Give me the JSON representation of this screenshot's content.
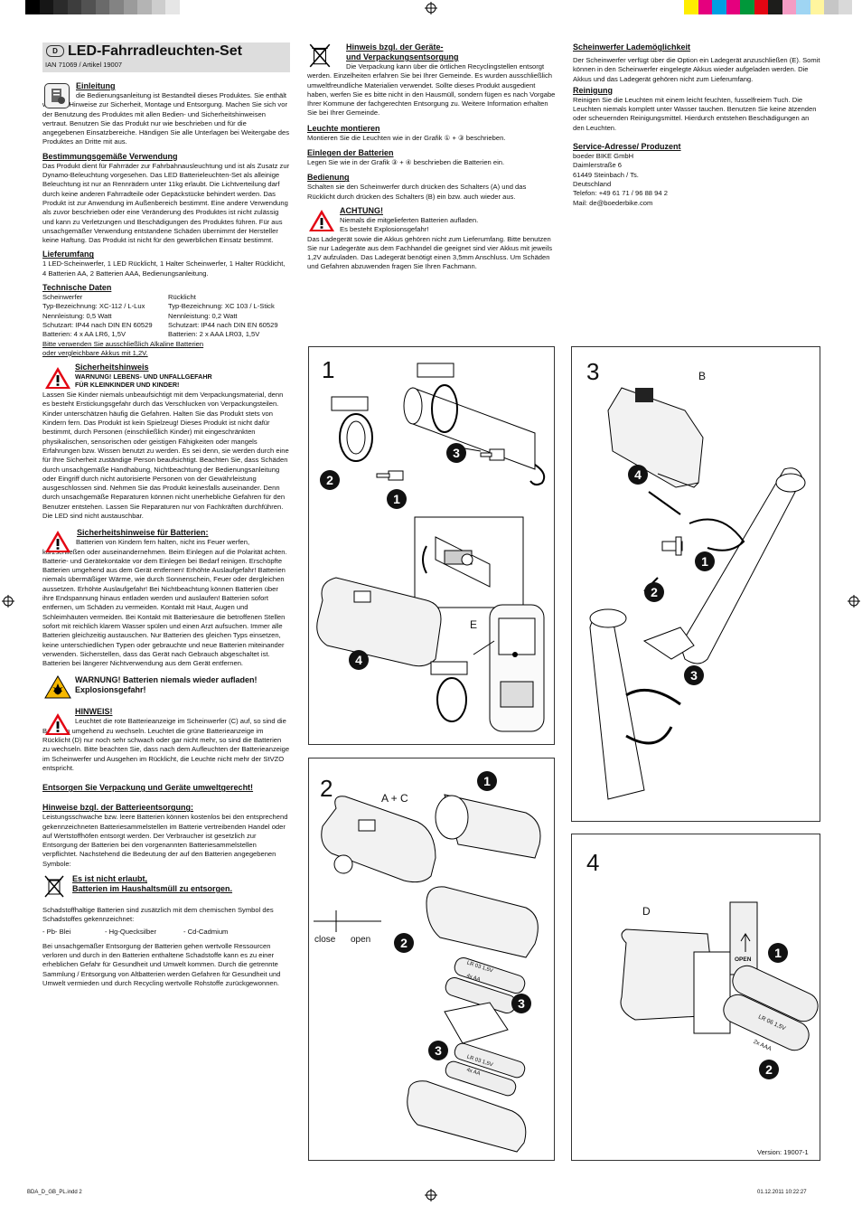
{
  "title": {
    "lang_badge": "D",
    "text": "LED-Fahrradleuchten-Set",
    "ian": "IAN 71069 / Artikel 19007"
  },
  "einleitung": {
    "heading": "Einleitung",
    "body": "die Bedienungsanleitung ist Bestandteil dieses Produktes. Sie enthält wichtige Hinweise zur Sicherheit, Montage und Entsorgung. Machen Sie sich vor der Benutzung des Produktes mit allen Bedien- und Sicherheitshinweisen vertraut. Benutzen Sie das Produkt nur wie beschrieben und für die angegebenen Einsatzbereiche. Händigen Sie alle Unterlagen bei Weitergabe des Produktes an Dritte mit aus."
  },
  "verwendung": {
    "heading": "Bestimmungsgemäße Verwendung",
    "body": "Das Produkt dient für Fahrräder zur Fahrbahnausleuchtung und ist als Zusatz zur Dynamo-Beleuchtung vorgesehen. Das LED Batterieleuchten-Set als alleinige Beleuchtung ist nur an Rennrädern unter 11kg erlaubt. Die Lichtverteilung darf durch keine anderen Fahrradteile oder Gepäckstücke behindert werden. Das Produkt ist zur Anwendung im Außenbereich bestimmt. Eine andere Verwendung als zuvor beschrieben oder eine Veränderung des Produktes ist nicht zulässig und kann zu Verletzungen und Beschädigungen des Produktes führen. Für aus unsachgemäßer Verwendung entstandene Schäden übernimmt der Hersteller keine Haftung. Das Produkt ist nicht für den gewerblichen Einsatz bestimmt."
  },
  "lieferumfang": {
    "heading": "Lieferumfang",
    "body": "1 LED-Scheinwerfer, 1 LED Rücklicht, 1 Halter Scheinwerfer, 1 Halter Rücklicht, 4 Batterien AA, 2 Batterien AAA, Bedienungsanleitung."
  },
  "technik": {
    "heading": "Technische Daten",
    "left": [
      "Scheinwerfer",
      "Typ-Bezeichnung: XC-112 / L-Lux",
      "Nennleistung: 0,5 Watt",
      "Schutzart: IP44 nach DIN EN 60529",
      "Batterien: 4 x AA LR6, 1,5V"
    ],
    "right": [
      "Rücklicht",
      "Typ-Bezeichnung: XC 103 / L-Stick",
      "Nennleistung: 0,2 Watt",
      "Schutzart: IP44 nach DIN EN 60529",
      "Batterien: 2 x AAA LR03, 1,5V"
    ],
    "note1": "Bitte verwenden Sie ausschließlich Alkaline Batterien",
    "note2": "oder vergleichbare Akkus mit 1,2V."
  },
  "sicherheit": {
    "heading": "Sicherheitshinweis",
    "warn1": "WARNUNG! LEBENS- UND UNFALLGEFAHR",
    "warn2": "FÜR KLEINKINDER UND KINDER!",
    "body": "Lassen Sie Kinder niemals unbeaufsichtigt mit dem Verpackungsmaterial, denn es besteht Erstickungsgefahr durch das Verschlucken von Verpackungsteilen. Kinder unterschätzen häufig die Gefahren. Halten Sie das Produkt stets von Kindern fern. Das Produkt ist kein Spielzeug! Dieses Produkt ist nicht dafür bestimmt, durch Personen (einschließlich Kinder) mit eingeschränkten physikalischen, sensorischen oder geistigen Fähigkeiten oder mangels Erfahrungen bzw. Wissen benutzt zu werden. Es sei denn, sie werden durch eine für Ihre Sicherheit zuständige Person beaufsichtigt. Beachten Sie, dass Schäden durch unsachgemäße Handhabung, Nichtbeachtung der Bedienungsanleitung oder Eingriff durch nicht autorisierte Personen von der Gewährleistung ausgeschlossen sind. Nehmen Sie das Produkt keinesfalls auseinander. Denn durch unsachgemäße Reparaturen können nicht unerhebliche Gefahren für den Benutzer entstehen. Lassen Sie Reparaturen nur von Fachkräften durchführen. Die LED sind nicht austauschbar."
  },
  "batteriehinweise": {
    "heading": "Sicherheitshinweise für Batterien:",
    "body": "Batterien von Kindern fern halten, nicht ins Feuer werfen, kurzschließen oder auseinandernehmen. Beim Einlegen auf die Polarität achten. Batterie- und Gerätekontakte vor dem Einlegen bei Bedarf reinigen. Erschöpfte Batterien umgehend aus dem Gerät entfernen! Erhöhte Auslaufgefahr! Batterien niemals übermäßiger Wärme, wie durch Sonnenschein, Feuer oder dergleichen aussetzen. Erhöhte Auslaufgefahr! Bei Nichtbeachtung können Batterien über ihre Endspannung hinaus entladen werden und auslaufen! Batterien sofort entfernen, um Schäden zu vermeiden. Kontakt mit Haut, Augen und Schleimhäuten vermeiden. Bei Kontakt mit Batteriesäure die betroffenen Stellen sofort mit reichlich klarem Wasser spülen und einen Arzt aufsuchen. Immer alle Batterien gleichzeitig austauschen. Nur Batterien des gleichen Typs einsetzen, keine unterschiedlichen Typen oder gebrauchte und neue Batterien miteinander verwenden. Sicherstellen, dass das Gerät nach Gebrauch abgeschaltet ist. Batterien bei längerer Nichtverwendung aus dem Gerät entfernen."
  },
  "aufladen": {
    "line1": "WARNUNG! Batterien niemals wieder aufladen!",
    "line2": "Explosionsgefahr!"
  },
  "hinweis": {
    "heading": "HINWEIS!",
    "body": "Leuchtet die rote Batterieanzeige im Scheinwerfer (C) auf, so sind die Batterien umgehend zu wechseln. Leuchtet die grüne Batterieanzeige im Rücklicht (D) nur noch sehr schwach oder gar nicht mehr, so sind die Batterien zu wechseln. Bitte beachten Sie, dass nach dem Aufleuchten der Batterieanzeige im Scheinwerfer und Ausgehen im Rücklicht, die Leuchte nicht mehr der StVZO entspricht."
  },
  "entsorgen": {
    "heading": "Entsorgen Sie Verpackung und Geräte umweltgerecht!"
  },
  "batterieentsorgung": {
    "heading": "Hinweise bzgl. der Batterieentsorgung:",
    "body": "Leistungsschwache bzw. leere Batterien können kostenlos bei den entsprechend gekennzeichneten Batteriesammelstellen im Batterie vertreibenden Handel oder auf Wertstoffhöfen entsorgt werden. Der Verbraucher ist gesetzlich zur Entsorgung der Batterien bei den vorgenannten Batteriesammelstellen verpflichtet. Nachstehend die Bedeutung der auf den Batterien angegebenen Symbole:"
  },
  "nicht_erlaubt": {
    "line1": "Es ist nicht erlaubt,",
    "line2": "Batterien im Haushaltsmüll zu entsorgen."
  },
  "schadstoff": {
    "body": "Schadstoffhaltige Batterien sind zusätzlich mit dem chemischen Symbol des Schadstoffes gekennzeichnet:",
    "pb": "- Pb- Blei",
    "hg": "- Hg-Quecksilber",
    "cd": "- Cd-Cadmium",
    "outro": "Bei unsachgemäßer Entsorgung der Batterien gehen wertvolle Ressourcen verloren und durch in den Batterien enthaltene Schadstoffe kann es zu einer erheblichen Gefahr für Gesundheit und Umwelt kommen. Durch die getrennte Sammlung / Entsorgung von Altbatterien werden Gefahren für Gesundheit und Umwelt vermieden und durch Recycling wertvolle Rohstoffe zurückgewonnen."
  },
  "verpackung": {
    "heading1": "Hinweis bzgl. der Geräte-",
    "heading2": "und Verpackungsentsorgung",
    "body": "Die Verpackung kann über die örtlichen Recyclingstellen entsorgt werden. Einzelheiten erfahren Sie bei Ihrer Gemeinde. Es wurden ausschließlich umweltfreundliche Materialien verwendet. Sollte dieses Produkt ausgedient haben, werfen Sie es bitte nicht in den Hausmüll, sondern fügen es nach Vorgabe Ihrer Kommune der fachgerechten Entsorgung zu. Weitere Information erhalten Sie bei Ihrer Gemeinde."
  },
  "montieren": {
    "heading": "Leuchte montieren",
    "body": "Montieren Sie die Leuchten wie in der Grafik ① + ③ beschrieben."
  },
  "einlegen": {
    "heading": "Einlegen der Batterien",
    "body": "Legen Sie wie in der Grafik ③ + ④ beschrieben die Batterien ein."
  },
  "bedienung": {
    "heading": "Bedienung",
    "body": "Schalten sie den Scheinwerfer durch drücken des Schalters (A) und das Rücklicht durch drücken des Schalters (B) ein bzw. auch wieder aus."
  },
  "achtung": {
    "heading": "ACHTUNG!",
    "line1": "Niemals die mitgelieferten Batterien aufladen.",
    "line2": "Es besteht Explosionsgefahr!",
    "body": "Das Ladegerät sowie die Akkus gehören nicht zum Lieferumfang. Bitte benutzen Sie nur Ladegeräte aus dem Fachhandel die geeignet sind vier Akkus mit jeweils 1,2V aufzuladen. Das Ladegerät benötigt einen 3,5mm Anschluss. Um Schäden und Gefahren abzuwenden fragen Sie Ihren Fachmann."
  },
  "lademoeglichkeit": {
    "heading": "Scheinwerfer Lademöglichkeit",
    "body": "Der Scheinwerfer verfügt über die Option ein Ladegerät anzuschließen (E). Somit können in den Scheinwerfer eingelegte Akkus wieder aufgeladen werden. Die Akkus und das Ladegerät gehören nicht zum Lieferumfang."
  },
  "reinigung": {
    "heading": "Reinigung",
    "body": "Reinigen Sie die Leuchten mit einem leicht feuchten, fusselfreiem Tuch. Die Leuchten niemals komplett unter Wasser tauchen. Benutzen Sie keine ätzenden oder scheuernden Reinigungsmittel. Hierdurch entstehen Beschädigungen an den Leuchten."
  },
  "service": {
    "heading": "Service-Adresse/ Produzent",
    "lines": [
      "boeder BIKE GmbH",
      "Daimlerstraße 6",
      "61449 Steinbach / Ts.",
      "Deutschland",
      "Telefon: +49 61 71 / 96 88 94 2",
      "Mail: de@boederbike.com"
    ]
  },
  "figures": {
    "fig1": {
      "num": "1",
      "label_e": "E",
      "badges": [
        "2",
        "1",
        "3",
        "4"
      ]
    },
    "fig2": {
      "num": "2",
      "label_ac": "A + C",
      "close": "close",
      "open": "open",
      "badges": [
        "1",
        "2",
        "3",
        "3"
      ],
      "batt1": "LR 03 1,5V",
      "batt1b": "4x AA",
      "batt2": "LR 03 1,5V",
      "batt2b": "4x AA"
    },
    "fig3": {
      "num": "3",
      "label_b": "B",
      "badges": [
        "4",
        "1",
        "2",
        "3"
      ]
    },
    "fig4": {
      "num": "4",
      "label_d": "D",
      "open_lbl": "OPEN",
      "badges": [
        "1",
        "2"
      ],
      "batt": "LR 06 1,5V",
      "battb": "2x AAA"
    }
  },
  "version": "Version: 19007-1",
  "footer": {
    "left": "BDA_D_GB_PL.indd   2",
    "right": "01.12.2011   10:22:27"
  },
  "colors": {
    "cal_left": [
      "#000000",
      "#161616",
      "#2b2b2b",
      "#3d3d3d",
      "#525252",
      "#6a6a6a",
      "#838383",
      "#9b9b9b",
      "#b4b4b4",
      "#cdcdcd",
      "#e6e6e6"
    ],
    "cal_right": [
      "#ffed00",
      "#e5007e",
      "#009fe3",
      "#e5007e",
      "#00983a",
      "#e30613",
      "#1d1d1b",
      "#f49cc4",
      "#9fd5f3",
      "#fff59e",
      "#c6c6c6",
      "#d9d9d9"
    ],
    "warn_red": "#e30613"
  }
}
